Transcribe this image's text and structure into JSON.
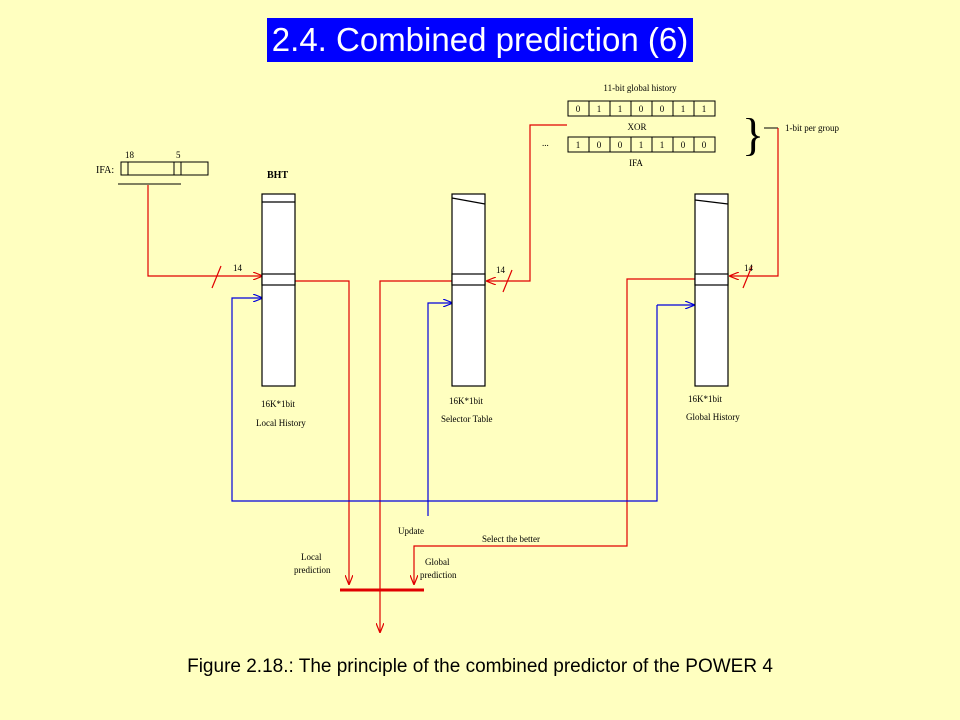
{
  "title": "2.4. Combined prediction (6)",
  "caption": "Figure 2.18.: The principle of the combined predictor of the POWER 4",
  "ifa": {
    "label": "IFA:",
    "bit_high": "18",
    "bit_low": "5"
  },
  "bht_label": "BHT",
  "history": {
    "title": "11-bit global history",
    "bits": [
      "0",
      "1",
      "1",
      "0",
      "0",
      "1",
      "1"
    ],
    "xor_label": "XOR",
    "ifa_prefix": "...",
    "ifa_bits": [
      "1",
      "0",
      "0",
      "1",
      "1",
      "0",
      "0"
    ],
    "ifa_label": "IFA",
    "brace": "}",
    "group_label": "1-bit per group"
  },
  "tables": {
    "local": {
      "size": "16K*1bit",
      "name": "Local History",
      "width_label": "14"
    },
    "selector": {
      "size": "16K*1bit",
      "name": "Selector Table",
      "width_label": "14"
    },
    "global": {
      "size": "16K*1bit",
      "name": "Global History",
      "width_label": "14"
    }
  },
  "signals": {
    "update": "Update",
    "select": "Select the better",
    "local_prediction": [
      "Local",
      "prediction"
    ],
    "global_prediction": [
      "Global",
      "prediction"
    ]
  },
  "colors": {
    "background": "#ffffc0",
    "title_bg": "#0000ff",
    "red": "#e00000",
    "blue": "#0000dd"
  }
}
